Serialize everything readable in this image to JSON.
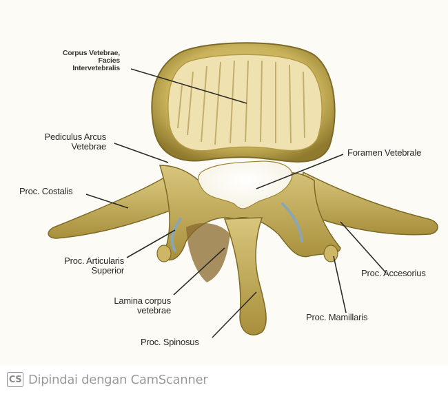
{
  "labels": {
    "corpus": "Corpus Vetebrae,\nFacies\nIntervetebralis",
    "pediculus": "Pediculus Arcus\nVetebrae",
    "costalis": "Proc. Costalis",
    "articularis": "Proc. Articularis\nSuperior",
    "lamina": "Lamina corpus\nvetebrae",
    "spinosus": "Proc. Spinosus",
    "foramen": "Foramen Vetebrale",
    "accesorius": "Proc. Accesorius",
    "mamillaris": "Proc. Mamillaris"
  },
  "footer": {
    "logo": "CS",
    "text": "Dipindai dengan CamScanner"
  },
  "colors": {
    "bone": "#c9b25a",
    "bone_dark": "#8a7428",
    "cartilage": "#8aa6b4"
  }
}
